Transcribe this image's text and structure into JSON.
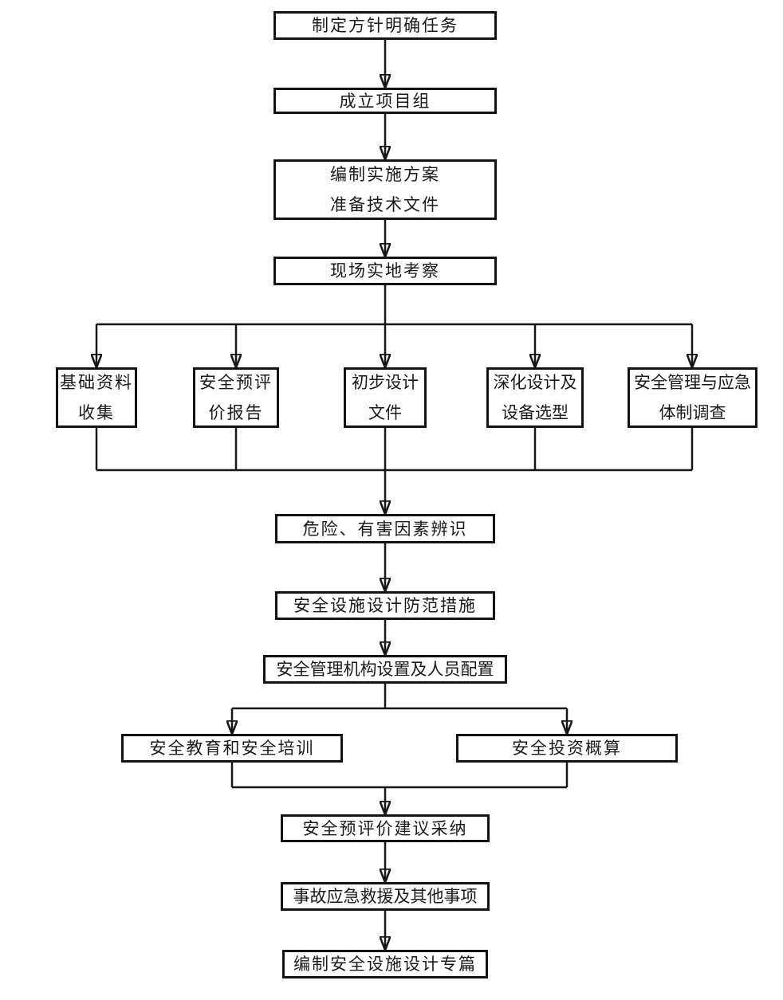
{
  "diagram": {
    "type": "flowchart",
    "language": "zh-CN",
    "colors": {
      "background": "#ffffff",
      "line": "#161616",
      "box_border": "#121212",
      "text": "#1a1a1a"
    }
  },
  "nodes": [
    {
      "id": "define-policy",
      "label": "制定方针明确任务"
    },
    {
      "id": "form-team",
      "label": "成立项目组"
    },
    {
      "id": "plan-docs",
      "label": "编制实施方案\n准备技术文件"
    },
    {
      "id": "site-visit",
      "label": "现场实地考察"
    },
    {
      "id": "data-collect",
      "label": "基础资料\n收集"
    },
    {
      "id": "pre-eval-report",
      "label": "安全预评\n价报告"
    },
    {
      "id": "prelim-design",
      "label": "初步设计\n文件"
    },
    {
      "id": "detail-design",
      "label": "深化设计及\n设备选型"
    },
    {
      "id": "mgmt-survey",
      "label": "安全管理与应急\n体制调查"
    },
    {
      "id": "hazard-id",
      "label": "危险、有害因素辨识"
    },
    {
      "id": "safety-measures",
      "label": "安全设施设计防范措施"
    },
    {
      "id": "org-staffing",
      "label": "安全管理机构设置及人员配置"
    },
    {
      "id": "training",
      "label": "安全教育和安全培训"
    },
    {
      "id": "investment",
      "label": "安全投资概算"
    },
    {
      "id": "suggestion-adopt",
      "label": "安全预评价建议采纳"
    },
    {
      "id": "emergency-rescue",
      "label": "事故应急救援及其他事项"
    },
    {
      "id": "final-compile",
      "label": "编制安全设施设计专篇"
    }
  ],
  "edges": [
    {
      "from": "define-policy",
      "to": "form-team"
    },
    {
      "from": "form-team",
      "to": "plan-docs"
    },
    {
      "from": "plan-docs",
      "to": "site-visit"
    },
    {
      "from": "site-visit",
      "to": "data-collect"
    },
    {
      "from": "site-visit",
      "to": "pre-eval-report"
    },
    {
      "from": "site-visit",
      "to": "prelim-design"
    },
    {
      "from": "site-visit",
      "to": "detail-design"
    },
    {
      "from": "site-visit",
      "to": "mgmt-survey"
    },
    {
      "from": "data-collect",
      "to": "hazard-id"
    },
    {
      "from": "pre-eval-report",
      "to": "hazard-id"
    },
    {
      "from": "prelim-design",
      "to": "hazard-id"
    },
    {
      "from": "detail-design",
      "to": "hazard-id"
    },
    {
      "from": "mgmt-survey",
      "to": "hazard-id"
    },
    {
      "from": "hazard-id",
      "to": "safety-measures"
    },
    {
      "from": "safety-measures",
      "to": "org-staffing"
    },
    {
      "from": "org-staffing",
      "to": "training"
    },
    {
      "from": "org-staffing",
      "to": "investment"
    },
    {
      "from": "training",
      "to": "suggestion-adopt"
    },
    {
      "from": "investment",
      "to": "suggestion-adopt"
    },
    {
      "from": "suggestion-adopt",
      "to": "emergency-rescue"
    },
    {
      "from": "emergency-rescue",
      "to": "final-compile"
    }
  ]
}
